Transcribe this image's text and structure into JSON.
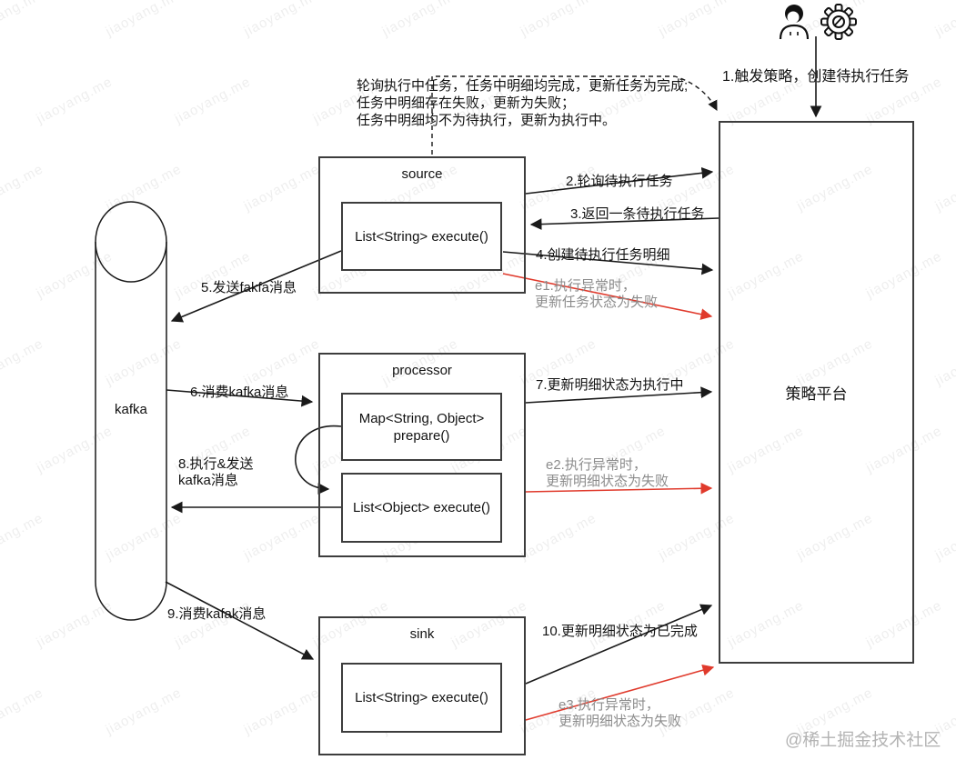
{
  "diagram": {
    "annotation": {
      "line1": "轮询执行中任务，任务中明细均完成，更新任务为完成;",
      "line2": "任务中明细存在失败，更新为失败；",
      "line3": "任务中明细均不为待执行，更新为执行中。"
    },
    "nodes": {
      "kafka": {
        "label": "kafka"
      },
      "source": {
        "title": "source",
        "method": "List<String>  execute()"
      },
      "processor": {
        "title": "processor",
        "prepare_line1": "Map<String, Object>",
        "prepare_line2": "prepare()",
        "execute": "List<Object>  execute()"
      },
      "sink": {
        "title": "sink",
        "method": "List<String>  execute()"
      },
      "platform": {
        "label": "策略平台"
      }
    },
    "edges": {
      "step1": "1.触发策略，创建待执行任务",
      "step2": "2.轮询待执行任务",
      "step3": "3.返回一条待执行任务",
      "step4": "4.创建待执行任务明细",
      "step5": "5.发送fakfa消息",
      "step6": "6.消费kafka消息",
      "step7": "7.更新明细状态为执行中",
      "step8_line1": "8.执行&发送",
      "step8_line2": "kafka消息",
      "step9": "9.消费kafak消息",
      "step10": "10.更新明细状态为已完成",
      "e1_line1": "e1.执行异常时，",
      "e1_line2": "更新任务状态为失败",
      "e2_line1": "e2.执行异常时，",
      "e2_line2": "更新明细状态为失败",
      "e3_line1": "e3.执行异常时，",
      "e3_line2": "更新明细状态为失败"
    },
    "icons": {
      "person": "user-icon",
      "gear": "scheduler-gear-icon"
    },
    "colors": {
      "line": "#1a1a1a",
      "error_red": "#e03a2c",
      "muted_text": "#8c8c8c",
      "box_border": "#3d3d3d",
      "credit_gray": "#b3b3b3"
    },
    "watermark": {
      "text": "jiaoyang.me",
      "credit": "@稀土掘金技术社区"
    }
  }
}
